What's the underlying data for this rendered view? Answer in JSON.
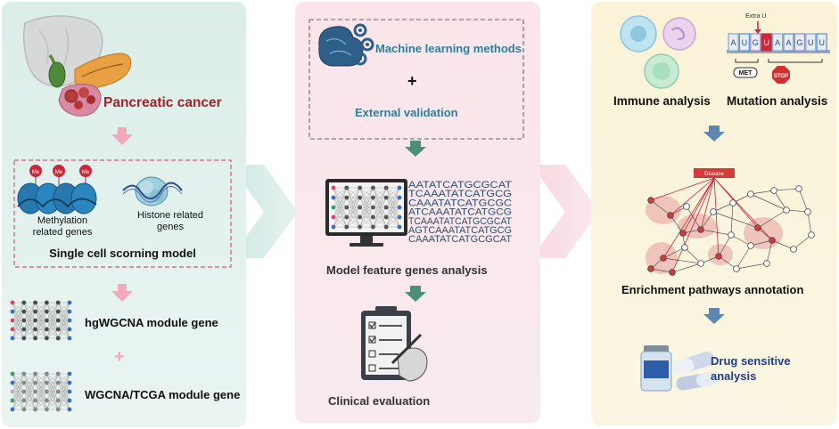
{
  "panel1": {
    "title": "Pancreatic cancer",
    "methyl_label_1": "Methylation",
    "methyl_label_2": "related genes",
    "histone_label_1": "Histone related",
    "histone_label_2": "genes",
    "me_badge": "Me",
    "scoring_model": "Single cell scorning model",
    "hgwgcna": "hgWGCNA module gene",
    "plus": "+",
    "wgcna": "WGCNA/TCGA module gene"
  },
  "panel2": {
    "ml_methods": "Machine learning methods",
    "plus": "+",
    "external_validation": "External validation",
    "sequence_lines": [
      "AATATCATGCGCAT",
      "TCAAATATCATGCG",
      "CAAATATCATGCGC",
      "ATCAAATATCATGCG",
      "TCAAATATCATGCGCAT",
      "AGTCAAATATCATGCG",
      "CAAATATCATGCGCAT"
    ],
    "feature_genes": "Model feature genes analysis",
    "clinical": "Clinical evaluation"
  },
  "panel3": {
    "extra_u": "Extra U",
    "codons": [
      "A",
      "U",
      "G",
      "U",
      "A",
      "A",
      "G",
      "U",
      "U"
    ],
    "met": "MET",
    "stop": "STOP",
    "immune": "Immune analysis",
    "mutation": "Mutation analysis",
    "disease": "Disease",
    "enrichment": "Enrichment pathways annotation",
    "drug_1": "Drug sensitive",
    "drug_2": "analysis"
  },
  "colors": {
    "panel1_bg": "#e3f2ee",
    "panel2_bg": "#fbe6ea",
    "panel3_bg": "#fbf5dc",
    "title_red": "#a3212b",
    "teal_text": "#2a7f9e",
    "navy_text": "#1f3b8a",
    "pink_arrow": "#f2a9bd",
    "green_arrow": "#4d8f76",
    "blue_arrow": "#5e88ad"
  }
}
